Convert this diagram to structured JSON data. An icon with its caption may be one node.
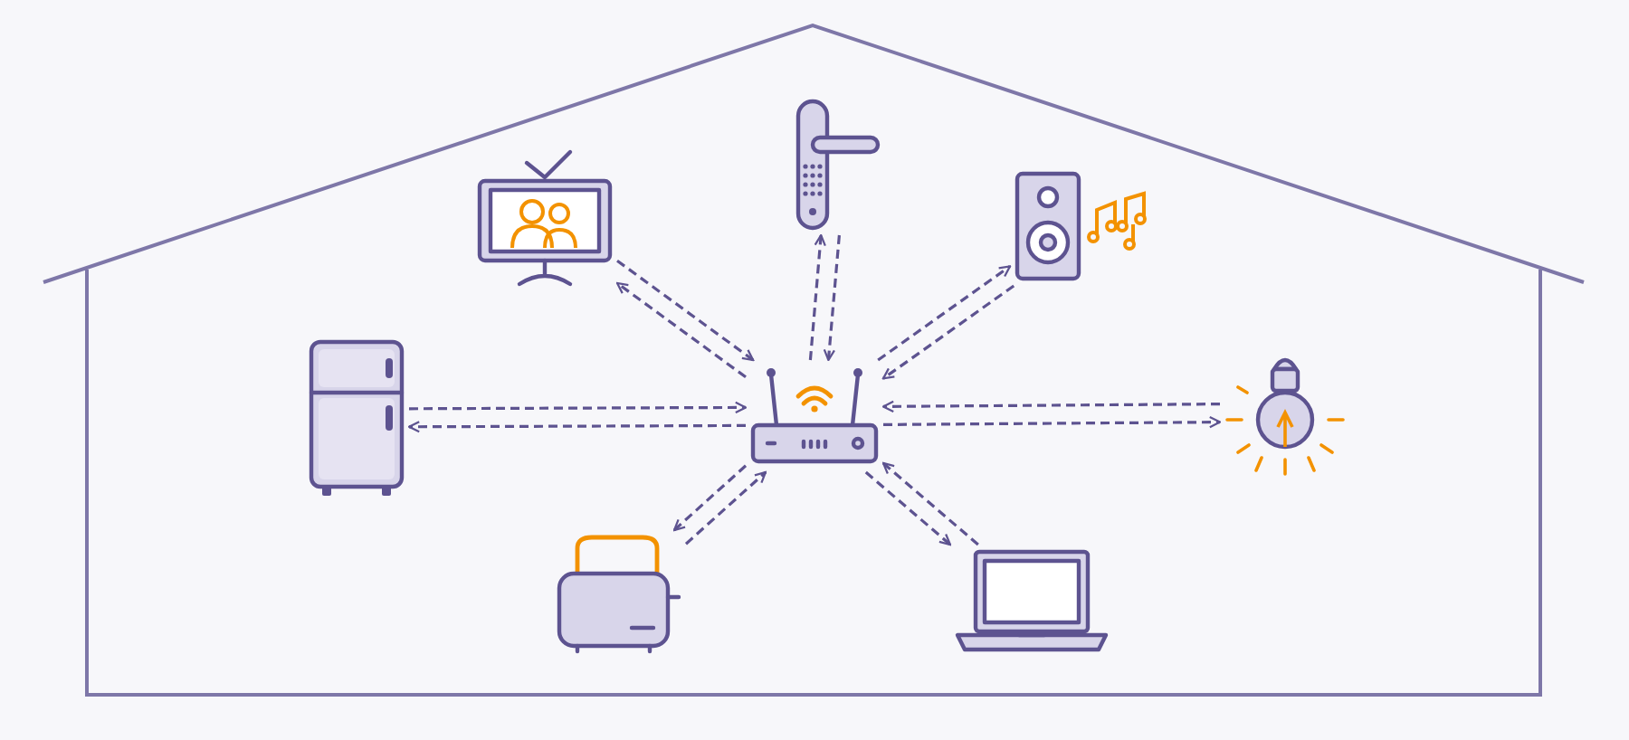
{
  "diagram": {
    "nodes": [
      {
        "text": [],
        "shape": "picture"
      },
      {
        "text": [],
        "shape": "picture"
      },
      {
        "text": [],
        "shape": "picture"
      },
      {
        "text": [],
        "shape": "picture"
      },
      {
        "text": [],
        "shape": "picture"
      },
      {
        "text": [],
        "shape": "picture"
      },
      {
        "text": [],
        "shape": "picture"
      },
      {
        "text": [],
        "shape": "picture"
      }
    ],
    "edges": [
      {
        "from": 4,
        "to": 0,
        "arrow": "to",
        "style": "dashed"
      },
      {
        "from": 0,
        "to": 4,
        "arrow": "to",
        "style": "dashed"
      },
      {
        "from": 4,
        "to": 1,
        "arrow": "to",
        "style": "dashed"
      },
      {
        "from": 1,
        "to": 4,
        "arrow": "to",
        "style": "dashed"
      },
      {
        "from": 4,
        "to": 2,
        "arrow": "to",
        "style": "dashed"
      },
      {
        "from": 2,
        "to": 4,
        "arrow": "to",
        "style": "dashed"
      },
      {
        "from": 4,
        "to": 3,
        "arrow": "to",
        "style": "dashed"
      },
      {
        "from": 3,
        "to": 4,
        "arrow": "to",
        "style": "dashed"
      },
      {
        "from": 4,
        "to": 5,
        "arrow": "to",
        "style": "dashed"
      },
      {
        "from": 5,
        "to": 4,
        "arrow": "to",
        "style": "dashed"
      },
      {
        "from": 4,
        "to": 6,
        "arrow": "to",
        "style": "dashed"
      },
      {
        "from": 6,
        "to": 4,
        "arrow": "to",
        "style": "dashed"
      },
      {
        "from": 4,
        "to": 7,
        "arrow": "to",
        "style": "dashed"
      },
      {
        "from": 7,
        "to": 4,
        "arrow": "to",
        "style": "dashed"
      }
    ]
  }
}
